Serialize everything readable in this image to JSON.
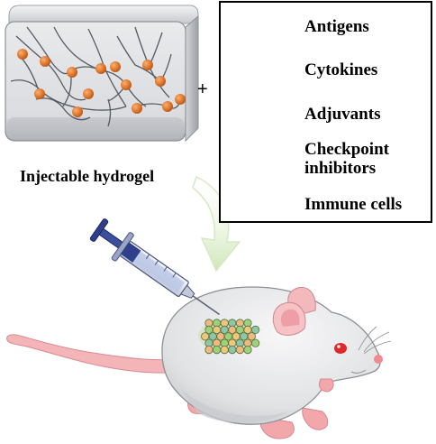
{
  "hydrogel": {
    "caption": "Injectable hydrogel"
  },
  "plus_sign": "+",
  "legend": {
    "items": [
      {
        "label": "Antigens",
        "icon": "antigen-icon"
      },
      {
        "label": "Cytokines",
        "icon": "cytokine-icon"
      },
      {
        "label": "Adjuvants",
        "icon": "adjuvant-icon"
      },
      {
        "label": "Checkpoint",
        "label2": "inhibitors",
        "icon": "checkpoint-inhibitor-icon"
      },
      {
        "label": "Immune cells",
        "icon": "immune-cell-icon"
      }
    ]
  },
  "colors": {
    "gel_bead": "#e0782b",
    "gel_box": "#c9ccd1",
    "arrow": "#e3f0d6",
    "mouse_body": "#e6e7e8",
    "mouse_pink": "#f2a7ab",
    "syringe_blue": "#2f3f8a"
  }
}
